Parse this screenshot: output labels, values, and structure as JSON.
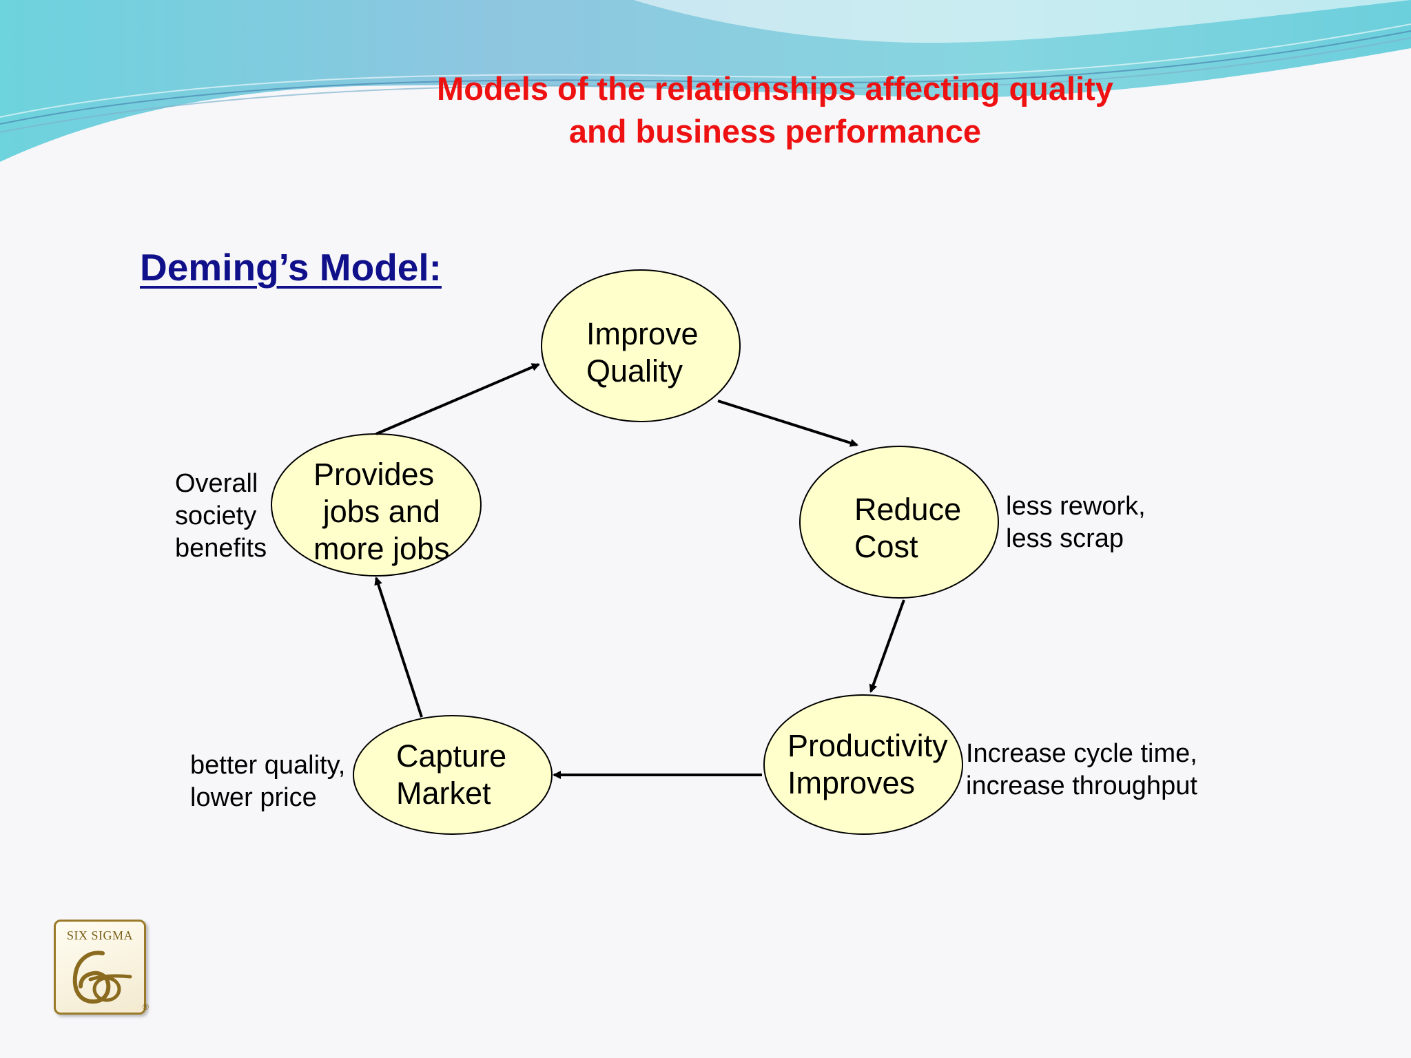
{
  "slide": {
    "title_lines": [
      "Models of the relationships affecting quality",
      "and business performance"
    ],
    "subtitle": "Deming’s Model:"
  },
  "diagram": {
    "nodes": {
      "improve_quality": [
        "Improve",
        "Quality"
      ],
      "reduce_cost": [
        "Reduce",
        "Cost"
      ],
      "productivity": [
        "Productivity",
        "Improves"
      ],
      "capture_market": [
        "Capture",
        "Market"
      ],
      "jobs": [
        "Provides",
        "jobs and",
        "more jobs"
      ]
    },
    "notes": {
      "reduce_cost": [
        "less rework,",
        "less scrap"
      ],
      "productivity": [
        "Increase cycle time,",
        "increase throughput"
      ],
      "capture_market": [
        "better quality,",
        "lower price"
      ],
      "jobs": [
        "Overall",
        "society",
        "benefits"
      ]
    }
  },
  "logo": {
    "text": "SIX SIGMA",
    "mark": "6σ",
    "registered": "®"
  },
  "colors": {
    "title": "#ee1111",
    "subtitle": "#10108a",
    "node_fill": "#ffffcc",
    "banner_light": "#8fdde0",
    "banner_dark": "#5fb4d6"
  }
}
